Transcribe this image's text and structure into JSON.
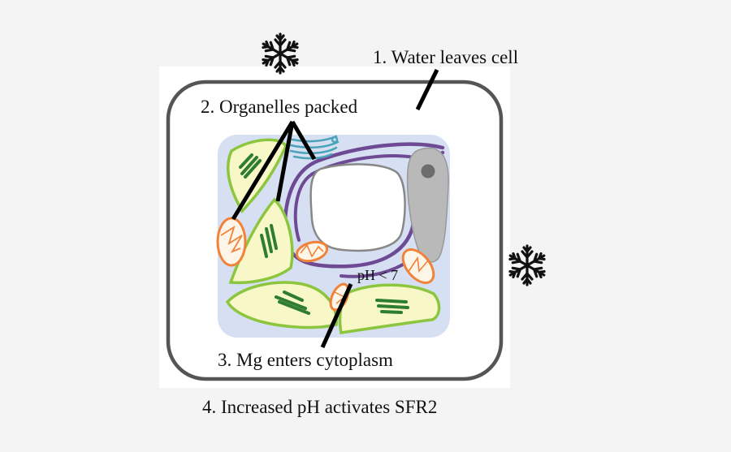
{
  "labels": {
    "water_leaves": "1. Water leaves cell",
    "organelles_packed": "2. Organelles packed",
    "ph": "pH < 7",
    "mg_enters": "3. Mg enters cytoplasm",
    "ph_activates": "4. Increased pH activates SFR2"
  },
  "icons": {
    "snowflake_top": "snowflake-icon",
    "snowflake_right": "snowflake-icon"
  },
  "colors": {
    "background": "#f4f4f4",
    "panel": "#ffffff",
    "cell_wall": "#555555",
    "cytoplasm": "#d6e0f2",
    "chloroplast_fill": "#f7f7c8",
    "chloroplast_edge": "#8cc63f",
    "thylakoid": "#2f7d32",
    "mitochondria_fill": "#fdf6e8",
    "mitochondria_edge": "#f0823a",
    "membrane": "#6e4a94",
    "vacuole_edge": "#888888",
    "nucleus": "#b9b9b9",
    "golgi": "#4aa3b8",
    "text": "#111111"
  }
}
